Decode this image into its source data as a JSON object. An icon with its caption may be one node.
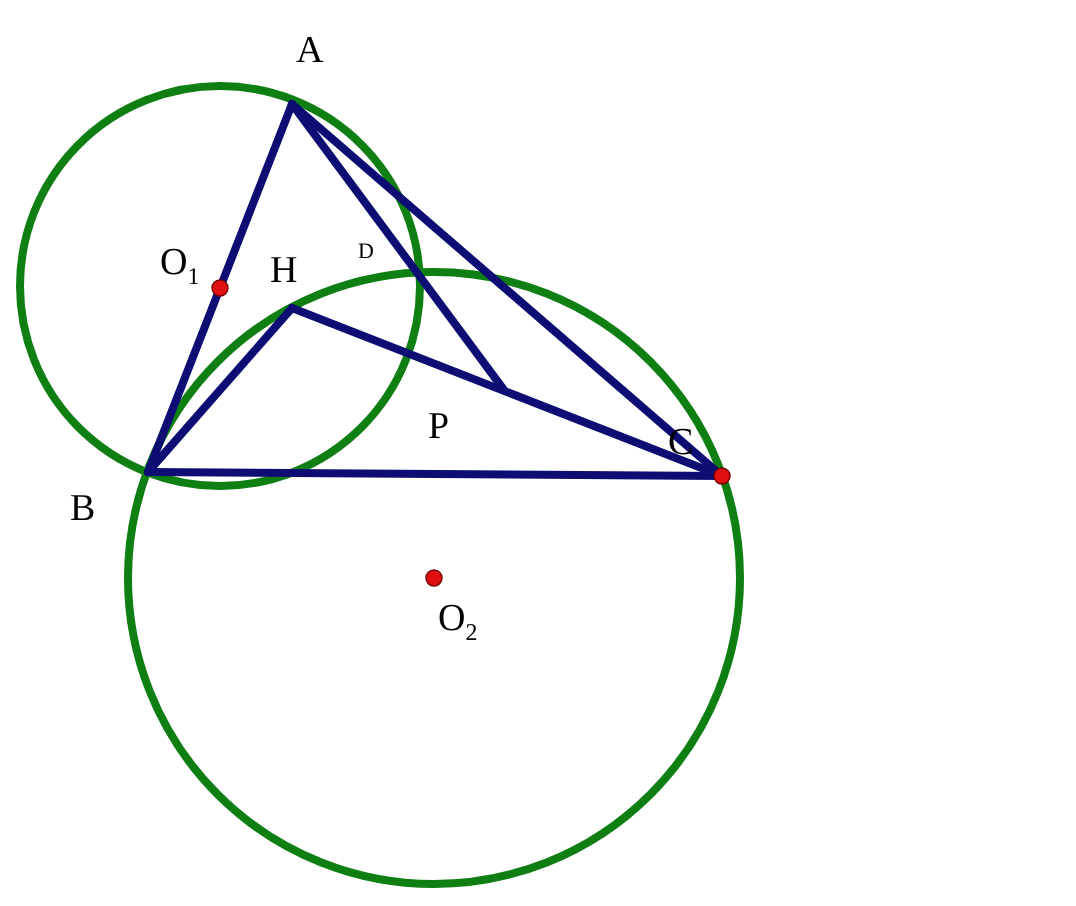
{
  "diagram": {
    "labels": [
      "A",
      "D",
      "O$_{1}$",
      "H",
      "P",
      "C",
      "B",
      "O$_{2}$"
    ]
  }
}
